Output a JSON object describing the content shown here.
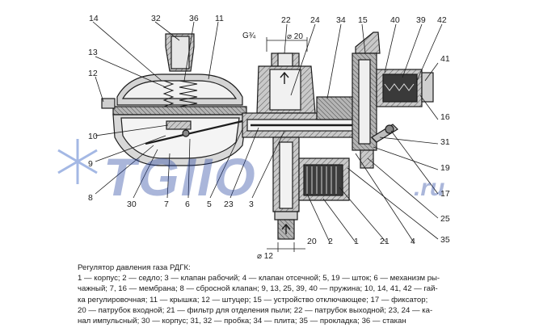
{
  "drawing": {
    "watermark_main": "TGIIO",
    "watermark_suffix": ".ru",
    "thread_label": "G¾",
    "dim_top": "⌀ 20",
    "dim_bottom": "⌀ 12",
    "callouts_top": [
      "14",
      "32",
      "36",
      "11",
      "22",
      "24",
      "34",
      "15",
      "40",
      "39",
      "42"
    ],
    "callouts_left": [
      "13",
      "12",
      "10",
      "9",
      "8"
    ],
    "callouts_right": [
      "41",
      "16",
      "31",
      "19",
      "17",
      "25",
      "35"
    ],
    "callouts_bottom": [
      "30",
      "7",
      "6",
      "5",
      "23",
      "3",
      "20",
      "2",
      "1",
      "21",
      "4"
    ]
  },
  "caption": {
    "title": "Регулятор давления газа РДГК:",
    "lines": [
      "1 — корпус; 2 — седло; 3 — клапан рабочий; 4 — клапан отсечной; 5, 19 — шток; 6 — механизм ры-",
      "чажный; 7, 16 — мембрана; 8 — сбросной клапан; 9, 13, 25, 39, 40 — пружина; 10, 14, 41, 42 — гай-",
      "ка регулировочная; 11 — крышка; 12 — штуцер; 15 — устройство отключающее; 17 — фиксатор;",
      "20 — патрубок входной; 21 — фильтр для отделения пыли; 22 — патрубок выходной; 23, 24 — ка-",
      "нал импульсный; 30 — корпус; 31, 32 — пробка; 34 — плита; 35 — прокладка; 36 — стакан"
    ]
  },
  "colors": {
    "line": "#1c1c1c",
    "metal": "#bfbfbf",
    "metal_dark": "#8c8c8c",
    "watermark": "#1f3f9e"
  }
}
